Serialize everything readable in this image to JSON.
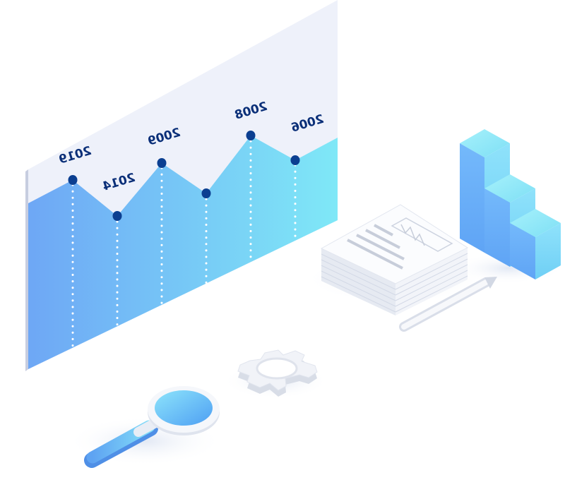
{
  "chart": {
    "labels": [
      "2019",
      "2014",
      "2009",
      "2008",
      "2006"
    ],
    "colors": {
      "panel": "#eef1fa",
      "fill_start": "#6ea7f5",
      "fill_end": "#7fe8f7",
      "dot": "#0b3f91",
      "label": "#0a2f78"
    }
  },
  "objects": [
    "line-chart-board",
    "paper-stack",
    "pencil",
    "bar-blocks",
    "gear",
    "magnifying-glass"
  ]
}
